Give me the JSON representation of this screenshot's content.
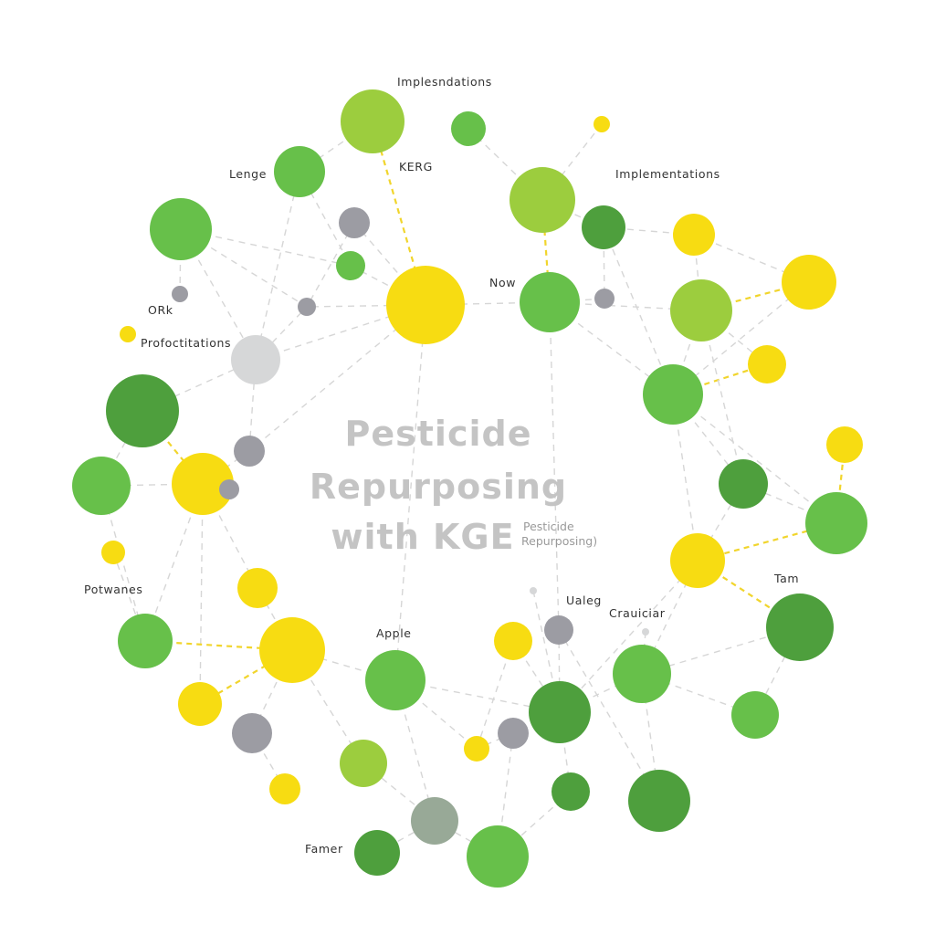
{
  "title": {
    "line1": "Pesticide",
    "line2": "Repurposing",
    "line3": "with KGE"
  },
  "subtitle": {
    "line1": "Pesticide",
    "line2": "Repurposing)"
  },
  "labels": {
    "implesndations": "Implesndations",
    "kerg": "KERG",
    "lenge": "Lenge",
    "implementations": "Implementations",
    "now": "Now",
    "ork": "ORk",
    "profectitations": "Profoctitations",
    "potwanes": "Potwanes",
    "apple": "Apple",
    "ualeg": "Ualeg",
    "crauiciar": "Crauiciar",
    "tam": "Tam",
    "famer": "Famer"
  },
  "colors": {
    "yellow": "#f7dc12",
    "green": "#67c04a",
    "dark_green": "#4e9f3d",
    "lime": "#9ccd3e",
    "gray": "#9c9ca3",
    "light_gray": "#d6d7d8",
    "sage": "#98a997",
    "edge": "#d6d6d6",
    "edge_highlight": "#f1d52c"
  }
}
